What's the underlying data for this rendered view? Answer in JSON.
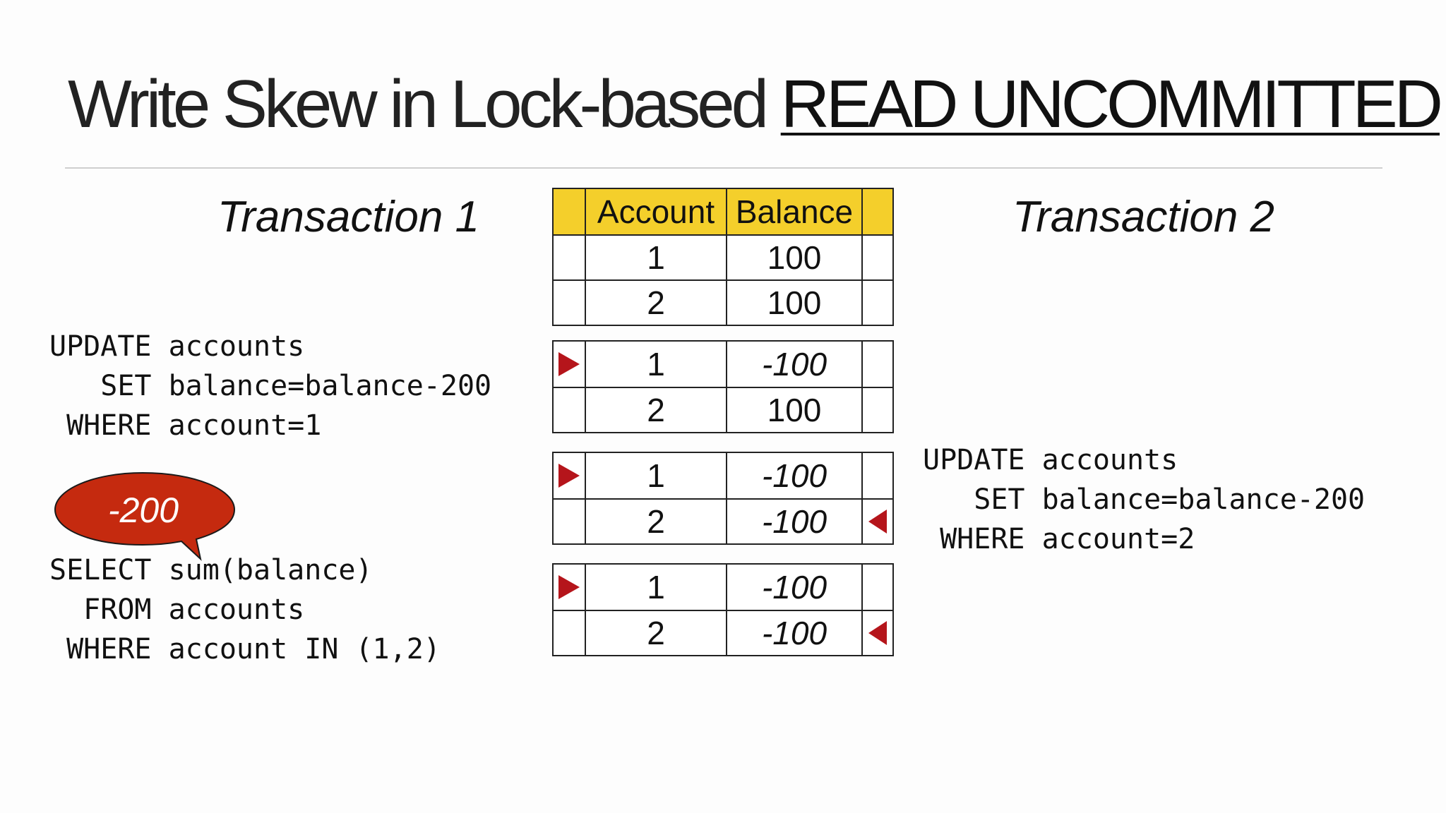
{
  "title": {
    "prefix": "Write Skew in Lock-based ",
    "underlined": "READ UNCOMMITTED"
  },
  "transaction1": {
    "heading": "Transaction 1",
    "update_sql": "UPDATE accounts\n   SET balance=balance-200\n WHERE account=1",
    "select_sql": "SELECT sum(balance)\n  FROM accounts\n WHERE account IN (1,2)",
    "result_bubble": "-200"
  },
  "transaction2": {
    "heading": "Transaction 2",
    "update_sql": "UPDATE accounts\n   SET balance=balance-200\n WHERE account=2"
  },
  "table": {
    "headers": [
      "Account",
      "Balance"
    ],
    "header_color": "#f4cf2b",
    "lock_color": "#b5151b"
  },
  "states": [
    {
      "rows": [
        {
          "account": "1",
          "balance": "100"
        },
        {
          "account": "2",
          "balance": "100"
        }
      ]
    },
    {
      "rows": [
        {
          "account": "1",
          "balance": "-100"
        },
        {
          "account": "2",
          "balance": "100"
        }
      ]
    },
    {
      "rows": [
        {
          "account": "1",
          "balance": "-100"
        },
        {
          "account": "2",
          "balance": "-100"
        }
      ]
    },
    {
      "rows": [
        {
          "account": "1",
          "balance": "-100"
        },
        {
          "account": "2",
          "balance": "-100"
        }
      ]
    }
  ]
}
